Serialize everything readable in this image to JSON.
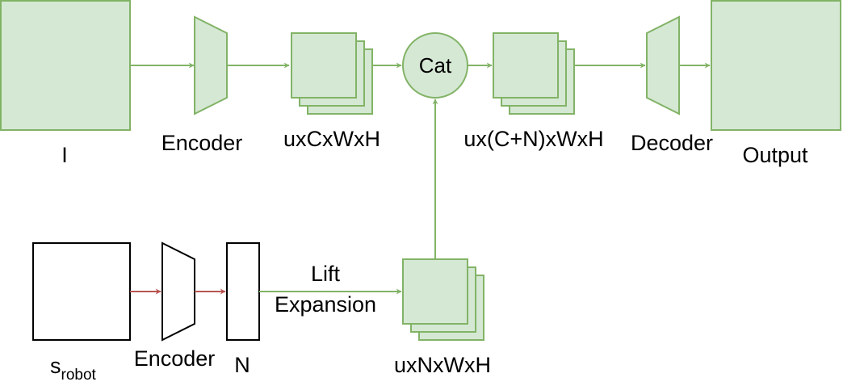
{
  "colors": {
    "fill_green": "#d5e8d4",
    "stroke_green": "#82b366",
    "arrow_red": "#b85450",
    "stroke_black": "#000000",
    "background": "#ffffff"
  },
  "labels": {
    "input_image": "I",
    "top_encoder": "Encoder",
    "top_features": "uxCxWxH",
    "concat": "Cat",
    "concat_features": "ux(C+N)xWxH",
    "decoder": "Decoder",
    "output": "Output",
    "robot_state_base": "s",
    "robot_state_subscript": "robot",
    "bottom_encoder": "Encoder",
    "robot_vector": "N",
    "lift_line1": "Lift",
    "lift_line2": "Expansion",
    "lifted_features": "uxNxWxH"
  },
  "edges": [
    {
      "from": "input_image",
      "to": "top_encoder"
    },
    {
      "from": "top_encoder",
      "to": "top_features"
    },
    {
      "from": "top_features",
      "to": "concat"
    },
    {
      "from": "lifted_features",
      "to": "concat"
    },
    {
      "from": "concat",
      "to": "concat_features"
    },
    {
      "from": "concat_features",
      "to": "decoder"
    },
    {
      "from": "decoder",
      "to": "output"
    },
    {
      "from": "robot_state",
      "to": "bottom_encoder"
    },
    {
      "from": "bottom_encoder",
      "to": "robot_vector"
    },
    {
      "from": "robot_vector",
      "to": "lifted_features",
      "label": "Lift Expansion"
    }
  ]
}
